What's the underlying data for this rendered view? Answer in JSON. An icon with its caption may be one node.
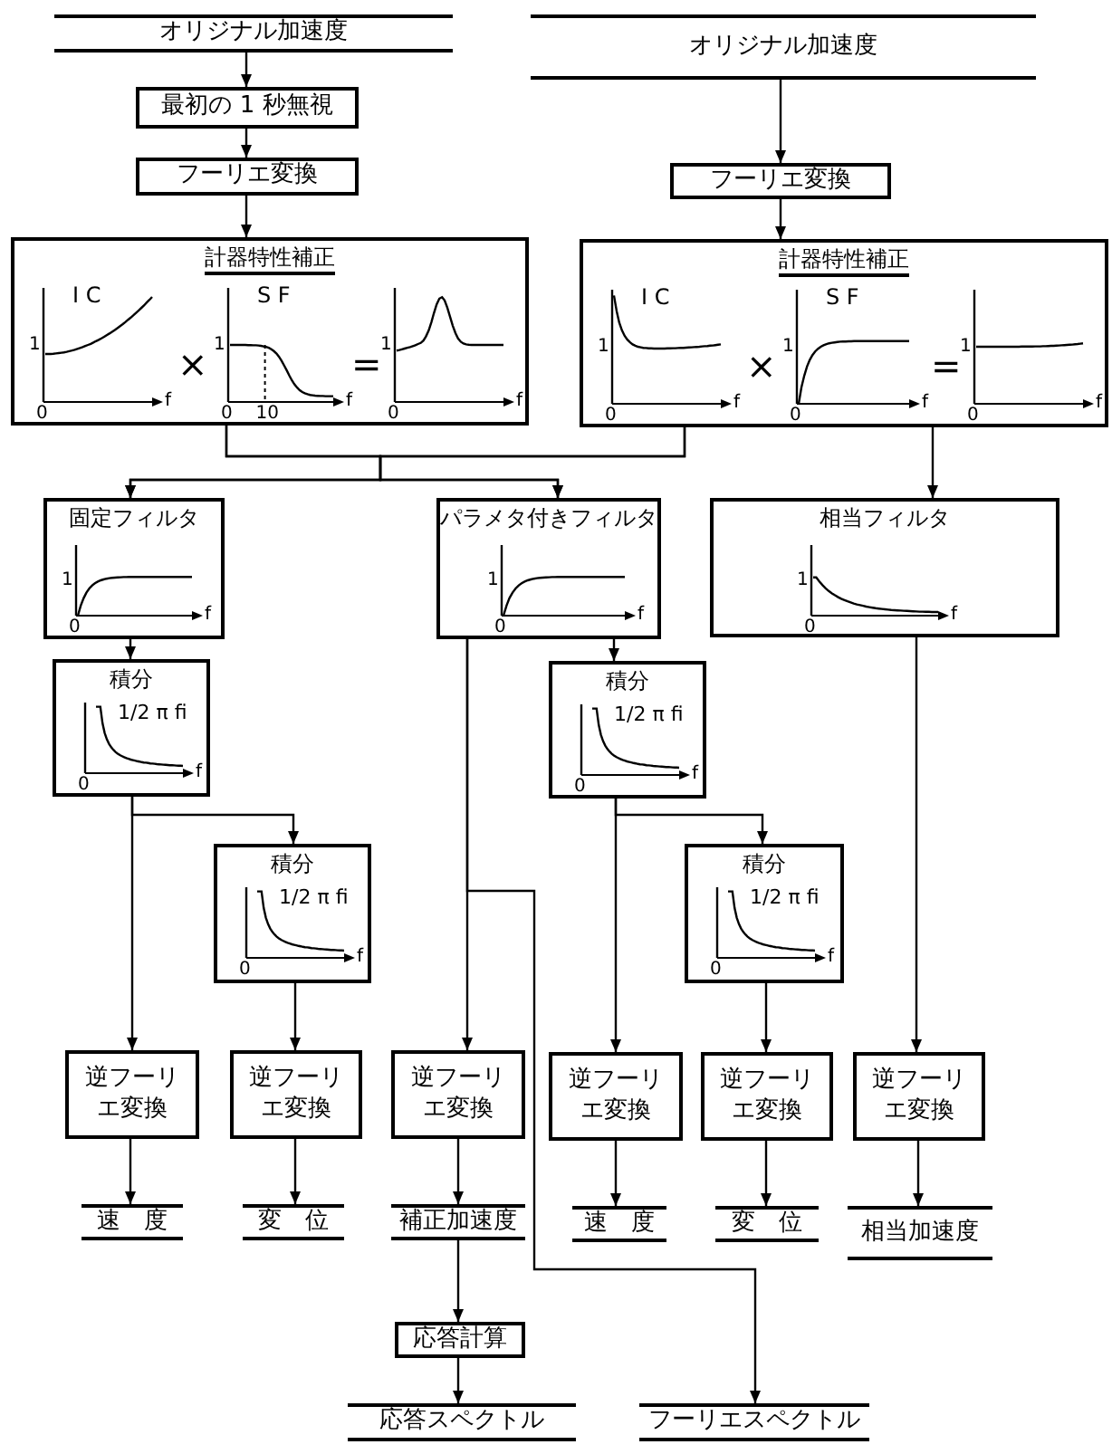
{
  "diagram": {
    "nodes": [
      {
        "text": [
          "オリジナル加速度"
        ]
      },
      {
        "text": [
          "オリジナル加速度"
        ]
      },
      {
        "text": [
          "最初の 1 秒無視"
        ]
      },
      {
        "text": [
          "フーリエ変換"
        ]
      },
      {
        "text": [
          "フーリエ変換"
        ]
      },
      {
        "text": [
          "計器特性補正",
          "I C",
          "1",
          "0",
          "f",
          "×",
          "S F",
          "1",
          "0",
          "10",
          "f",
          "=",
          "1",
          "0",
          "f"
        ]
      },
      {
        "text": [
          "計器特性補正",
          "I C",
          "1",
          "0",
          "f",
          "×",
          "S F",
          "1",
          "0",
          "f",
          "=",
          "1",
          "0",
          "f"
        ]
      },
      {
        "text": [
          "固定フィルタ",
          "1",
          "0",
          "f"
        ]
      },
      {
        "text": [
          "パラメタ付きフィルタ",
          "1",
          "0",
          "f"
        ]
      },
      {
        "text": [
          "相当フィルタ",
          "1",
          "0",
          "f"
        ]
      },
      {
        "text": [
          "積分",
          "1/2 π fi",
          "0",
          "f"
        ]
      },
      {
        "text": [
          "積分",
          "1/2 π fi",
          "0",
          "f"
        ]
      },
      {
        "text": [
          "積分",
          "1/2 π fi",
          "0",
          "f"
        ]
      },
      {
        "text": [
          "積分",
          "1/2 π fi",
          "0",
          "f"
        ]
      },
      {
        "text": [
          "逆フーリエ変換"
        ]
      },
      {
        "text": [
          "逆フーリエ変換"
        ]
      },
      {
        "text": [
          "逆フーリエ変換"
        ]
      },
      {
        "text": [
          "逆フーリエ変換"
        ]
      },
      {
        "text": [
          "逆フーリエ変換"
        ]
      },
      {
        "text": [
          "逆フーリエ変換"
        ]
      },
      {
        "text": [
          "速　度"
        ]
      },
      {
        "text": [
          "変　位"
        ]
      },
      {
        "text": [
          "補正加速度"
        ]
      },
      {
        "text": [
          "速　度"
        ]
      },
      {
        "text": [
          "変　位"
        ]
      },
      {
        "text": [
          "相当加速度"
        ]
      },
      {
        "text": [
          "応答計算"
        ]
      },
      {
        "text": [
          "応答スペクトル"
        ]
      },
      {
        "text": [
          "フーリエスペクトル"
        ]
      }
    ],
    "edges": [
      {
        "from": 0,
        "to": 2,
        "arrow": "to"
      },
      {
        "from": 2,
        "to": 3,
        "arrow": "to"
      },
      {
        "from": 3,
        "to": 5,
        "arrow": "to"
      },
      {
        "from": 1,
        "to": 4,
        "arrow": "to"
      },
      {
        "from": 4,
        "to": 6,
        "arrow": "to"
      },
      {
        "from": 5,
        "to": 7,
        "arrow": "to"
      },
      {
        "from": 5,
        "to": 8,
        "arrow": "to"
      },
      {
        "from": 6,
        "to": 7,
        "arrow": "to"
      },
      {
        "from": 6,
        "to": 8,
        "arrow": "to"
      },
      {
        "from": 6,
        "to": 9,
        "arrow": "to"
      },
      {
        "from": 7,
        "to": 10,
        "arrow": "to"
      },
      {
        "from": 10,
        "to": 14,
        "arrow": "to"
      },
      {
        "from": 10,
        "to": 12,
        "arrow": "to"
      },
      {
        "from": 12,
        "to": 15,
        "arrow": "to"
      },
      {
        "from": 8,
        "to": 16,
        "arrow": "to"
      },
      {
        "from": 8,
        "to": 28,
        "arrow": "to"
      },
      {
        "from": 8,
        "to": 11,
        "arrow": "to"
      },
      {
        "from": 11,
        "to": 17,
        "arrow": "to"
      },
      {
        "from": 11,
        "to": 13,
        "arrow": "to"
      },
      {
        "from": 13,
        "to": 18,
        "arrow": "to"
      },
      {
        "from": 9,
        "to": 19,
        "arrow": "to"
      },
      {
        "from": 14,
        "to": 20,
        "arrow": "to"
      },
      {
        "from": 15,
        "to": 21,
        "arrow": "to"
      },
      {
        "from": 16,
        "to": 22,
        "arrow": "to"
      },
      {
        "from": 22,
        "to": 26,
        "arrow": "to"
      },
      {
        "from": 26,
        "to": 27,
        "arrow": "to"
      },
      {
        "from": 17,
        "to": 23,
        "arrow": "to"
      },
      {
        "from": 18,
        "to": 24,
        "arrow": "to"
      },
      {
        "from": 19,
        "to": 25,
        "arrow": "to"
      }
    ]
  }
}
